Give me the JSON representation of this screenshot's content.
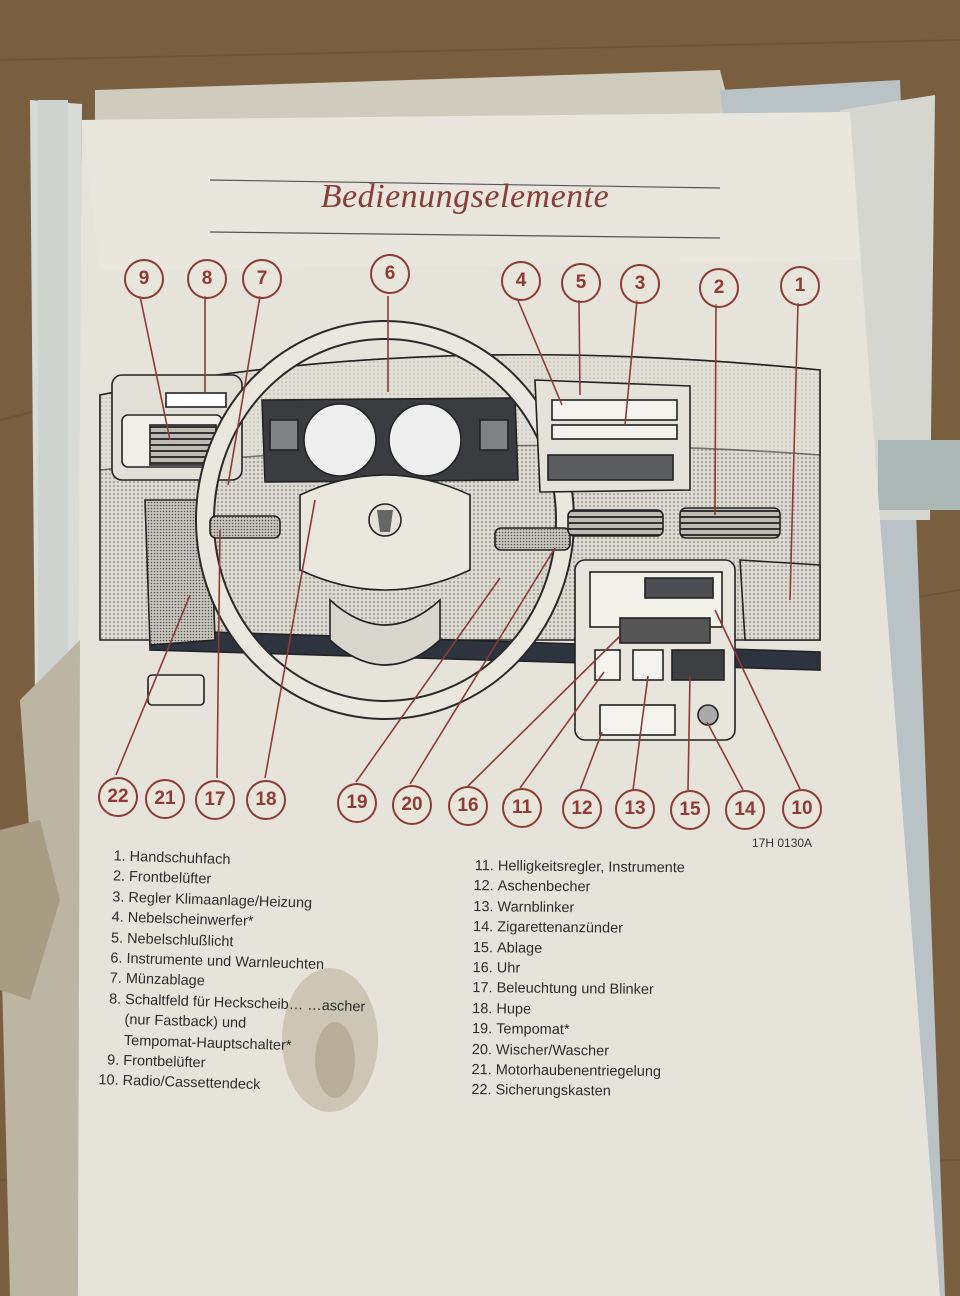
{
  "page": {
    "title": "Bedienungselemente",
    "figure_code": "17H 0130A"
  },
  "callouts_top": [
    "9",
    "8",
    "7",
    "6",
    "4",
    "5",
    "3",
    "2",
    "1"
  ],
  "callouts_bottom": [
    "22",
    "21",
    "17",
    "18",
    "19",
    "20",
    "16",
    "11",
    "12",
    "13",
    "15",
    "14",
    "10"
  ],
  "legend_left": [
    {
      "num": "1.",
      "text": "Handschuhfach"
    },
    {
      "num": "2.",
      "text": "Frontbelüfter"
    },
    {
      "num": "3.",
      "text": "Regler Klimaanlage/Heizung"
    },
    {
      "num": "4.",
      "text": "Nebelscheinwerfer*"
    },
    {
      "num": "5.",
      "text": "Nebelschlußlicht"
    },
    {
      "num": "6.",
      "text": "Instrumente und Warnleuchten"
    },
    {
      "num": "7.",
      "text": "Münzablage"
    },
    {
      "num": "8.",
      "text": "Schaltfeld für Heckscheib… …ascher"
    },
    {
      "num": "",
      "text": "(nur Fastback) und"
    },
    {
      "num": "",
      "text": "Tempomat-Hauptschalter*"
    },
    {
      "num": "9.",
      "text": "Frontbelüfter"
    },
    {
      "num": "10.",
      "text": "Radio/Cassettendeck"
    }
  ],
  "legend_right": [
    {
      "num": "11.",
      "text": "Helligkeitsregler, Instrumente"
    },
    {
      "num": "12.",
      "text": "Aschenbecher"
    },
    {
      "num": "13.",
      "text": "Warnblinker"
    },
    {
      "num": "14.",
      "text": "Zigarettenanzünder"
    },
    {
      "num": "15.",
      "text": "Ablage"
    },
    {
      "num": "16.",
      "text": "Uhr"
    },
    {
      "num": "17.",
      "text": "Beleuchtung und Blinker"
    },
    {
      "num": "18.",
      "text": "Hupe"
    },
    {
      "num": "19.",
      "text": "Tempomat*"
    },
    {
      "num": "20.",
      "text": "Wischer/Wascher"
    },
    {
      "num": "21.",
      "text": "Motorhaubenentriegelung"
    },
    {
      "num": "22.",
      "text": "Sicherungskasten"
    }
  ]
}
